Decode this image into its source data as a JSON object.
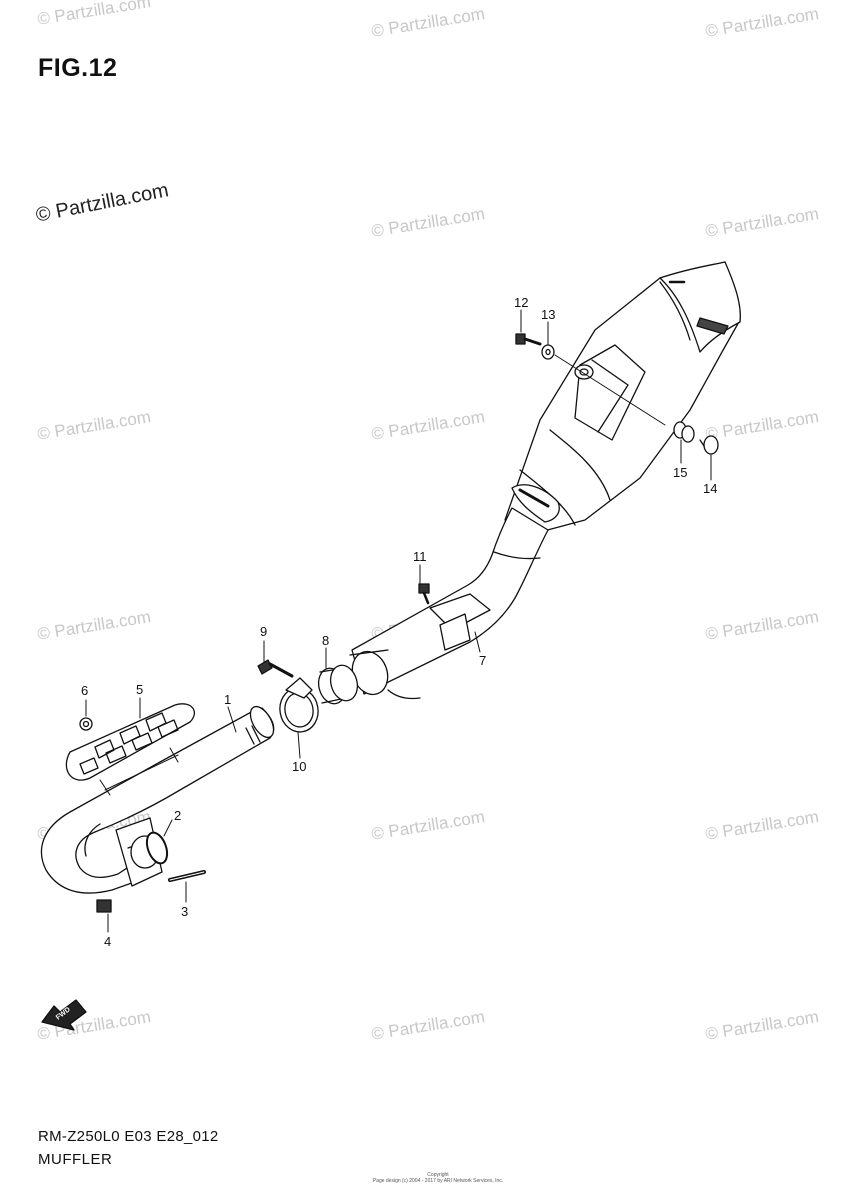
{
  "figure": {
    "title": "FIG.12",
    "watermark_primary": "© Partzilla.com",
    "watermark_repeat": "© Partzilla.com"
  },
  "callouts": [
    "1",
    "2",
    "3",
    "4",
    "5",
    "6",
    "7",
    "8",
    "9",
    "10",
    "11",
    "12",
    "13",
    "14",
    "15"
  ],
  "direction_badge": {
    "label": "FWD",
    "icon": "arrow-left-icon"
  },
  "footer": {
    "model_code": "RM-Z250L0 E03 E28_012",
    "section_name": "MUFFLER",
    "copyright_line1": "Copyright",
    "copyright_line2": "Page design (c) 2004 - 2017 by ARI Network Services, Inc."
  },
  "colors": {
    "line": "#111111",
    "watermark": "#c8c8c8",
    "background": "#ffffff"
  }
}
